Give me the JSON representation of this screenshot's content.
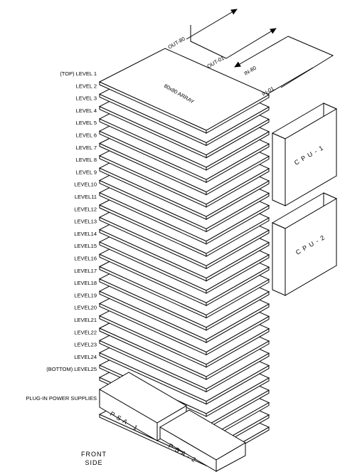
{
  "diagram": {
    "ports": {
      "out_80": "OUT-80",
      "out_01": "OUT-01",
      "in_80": "IN-80",
      "in_01": "IN-01"
    },
    "array_label": "80x80 ARRAY",
    "levels": [
      "(TOP) LEVEL 1",
      "LEVEL 2",
      "LEVEL 3",
      "LEVEL 4",
      "LEVEL 5",
      "LEVEL 6",
      "LEVEL 7",
      "LEVEL 8",
      "LEVEL 9",
      "LEVEL10",
      "LEVEL11",
      "LEVEL12",
      "LEVEL13",
      "LEVEL14",
      "LEVEL15",
      "LEVEL16",
      "LEVEL17",
      "LEVEL18",
      "LEVEL19",
      "LEVEL20",
      "LEVEL21",
      "LEVEL22",
      "LEVEL23",
      "LEVEL24",
      "(BOTTOM) LEVEL25"
    ],
    "cpu_1": "C P U - 1",
    "cpu_2": "C P U - 2",
    "power_label": "PLUG-IN POWER SUPPLIES",
    "psa_1": "P S A - 1",
    "psa_2": "P S A - 2",
    "front_line1": "FRONT",
    "front_line2": "SIDE"
  }
}
